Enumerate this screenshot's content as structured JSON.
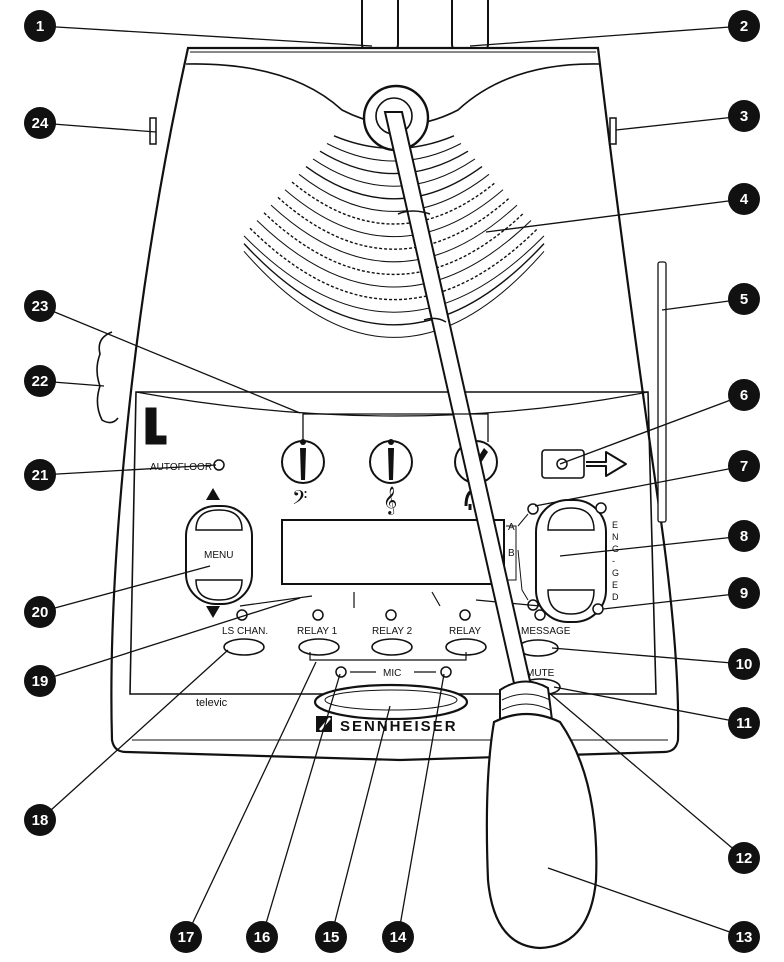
{
  "callouts": [
    "1",
    "2",
    "3",
    "4",
    "5",
    "6",
    "7",
    "8",
    "9",
    "10",
    "11",
    "12",
    "13",
    "14",
    "15",
    "16",
    "17",
    "18",
    "19",
    "20",
    "21",
    "22",
    "23",
    "24"
  ],
  "panel": {
    "autofloor": "AUTOFLOOR",
    "menu": "MENU",
    "ls_chan": "LS CHAN.",
    "relay1": "RELAY 1",
    "relay2": "RELAY 2",
    "relay3": "RELAY",
    "message": "MESSAGE",
    "mute": "MUTE",
    "mic": "MIC",
    "channel_a": "A",
    "channel_b": "B",
    "engaged": [
      "E",
      "N",
      "G",
      "-",
      "G",
      "E",
      "D"
    ],
    "televic": "televic",
    "brand": "SENNHEISER"
  }
}
